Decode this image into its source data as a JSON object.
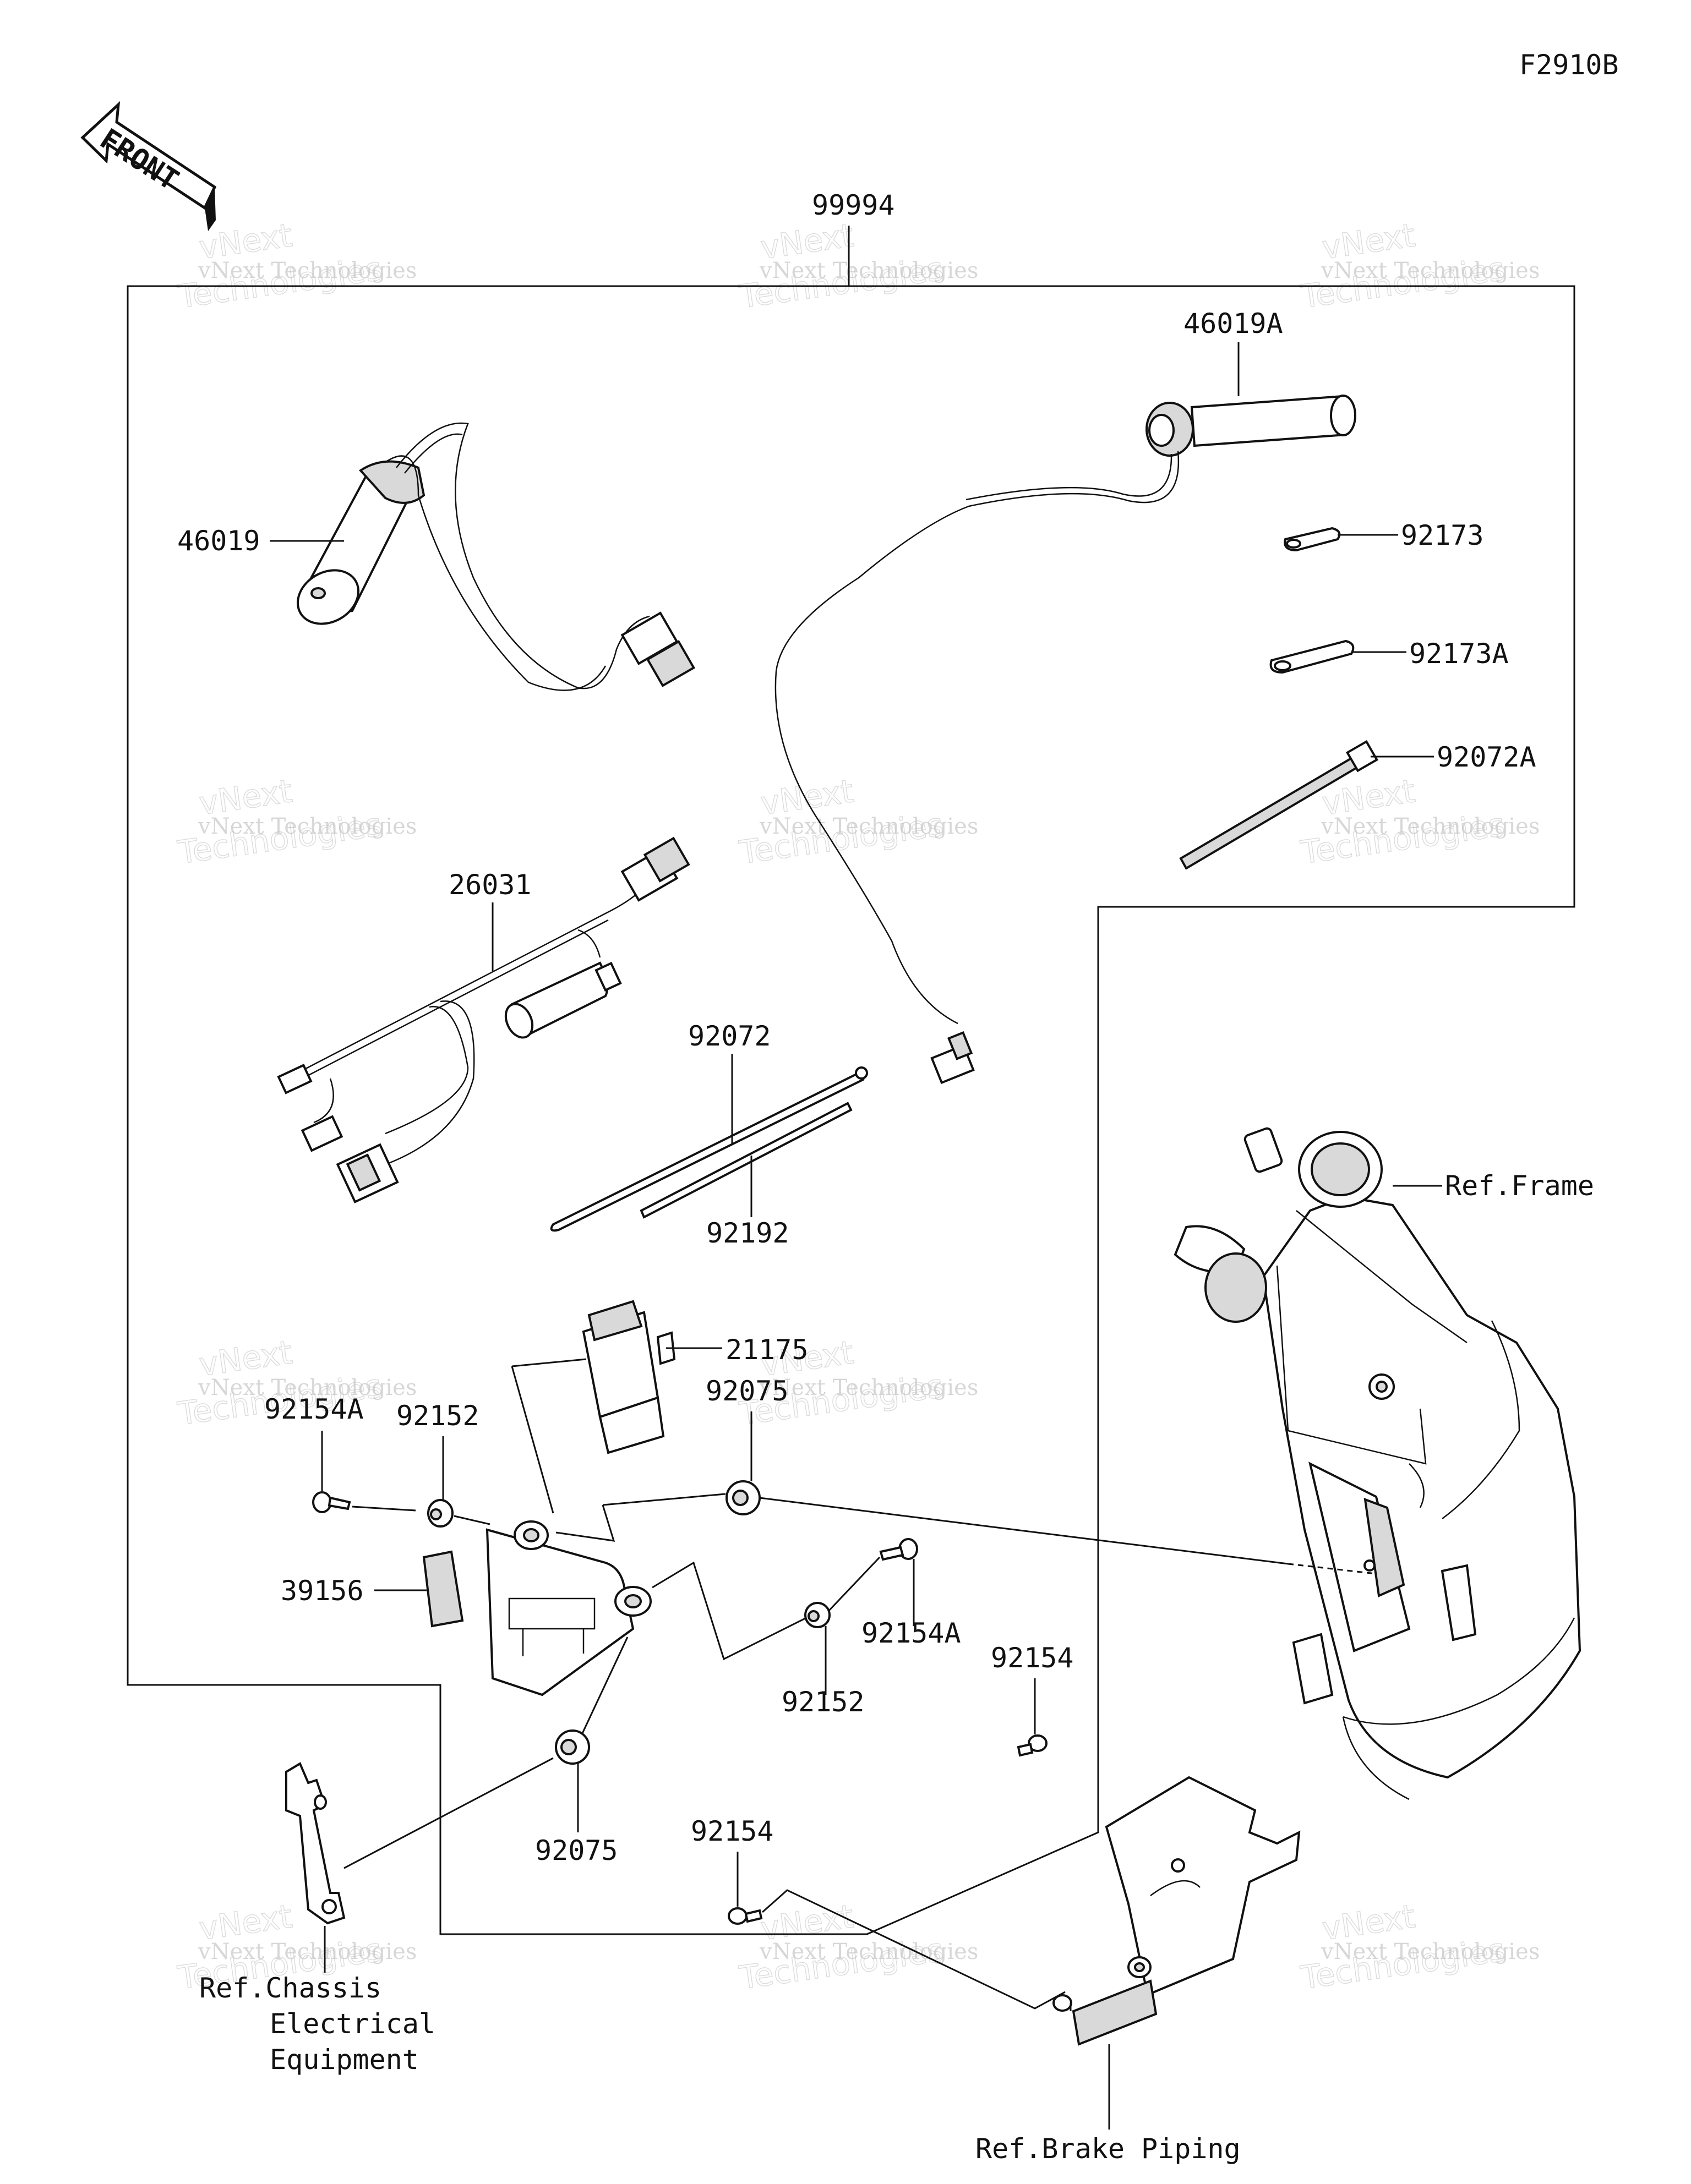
{
  "figure_code": "F2910B",
  "front_label": "FRONT",
  "watermark": {
    "line1": "vNext Technologies",
    "line2": "Technologies",
    "line0": "vNext"
  },
  "parts": {
    "kit": "99994",
    "grip_right": "46019A",
    "grip_left": "46019",
    "plate": "92173",
    "plate_a": "92173A",
    "band_a": "92072A",
    "harness": "26031",
    "band": "92072",
    "tube": "92192",
    "controller": "21175",
    "bolt_a_left": "92154A",
    "collar_left": "92152",
    "damper_top": "92075",
    "pad": "39156",
    "collar_right": "92152",
    "bolt_a_right": "92154A",
    "bolt_right": "92154",
    "damper_bottom": "92075",
    "bolt_bottom": "92154"
  },
  "references": {
    "frame": "Ref.Frame",
    "chassis_line1": "Ref.Chassis",
    "chassis_line2": "Electrical",
    "chassis_line3": "Equipment",
    "brake": "Ref.Brake Piping"
  }
}
